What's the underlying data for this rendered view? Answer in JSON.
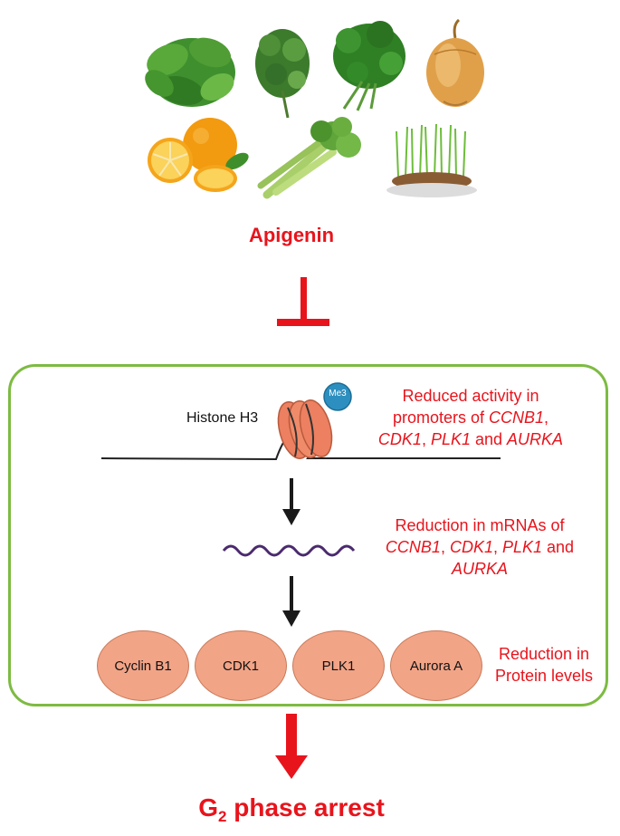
{
  "foods": [
    "basil",
    "oregano",
    "parsley",
    "onion",
    "orange",
    "celery",
    "wheatgrass"
  ],
  "compound": "Apigenin",
  "histone": {
    "label": "Histone H3",
    "mark": "Me3"
  },
  "steps": {
    "promoter": {
      "line1": "Reduced activity in",
      "line2a": "promoters of ",
      "g1": "CCNB1",
      "sep1": ",",
      "g2": "CDK1",
      "sep2": ", ",
      "g3": "PLK1",
      "and": " and ",
      "g4": "AURKA"
    },
    "mrna": {
      "line1": "Reduction in mRNAs of",
      "g1": "CCNB1",
      "sep1": ", ",
      "g2": "CDK1",
      "sep2": ", ",
      "g3": "PLK1",
      "and": " and",
      "g4": "AURKA"
    },
    "protein": {
      "line1": "Reduction in",
      "line2": "Protein levels"
    }
  },
  "proteins": [
    "Cyclin B1",
    "CDK1",
    "PLK1",
    "Aurora A"
  ],
  "outcome": {
    "g": "G",
    "sub": "2",
    "rest": " phase arrest"
  },
  "colors": {
    "accent": "#e8141c",
    "box_border": "#7dbb42",
    "protein_fill": "#f2a487",
    "nucleosome": "#ec8060",
    "me3": "#2d8fbf",
    "mrna": "#4b2a6e"
  }
}
